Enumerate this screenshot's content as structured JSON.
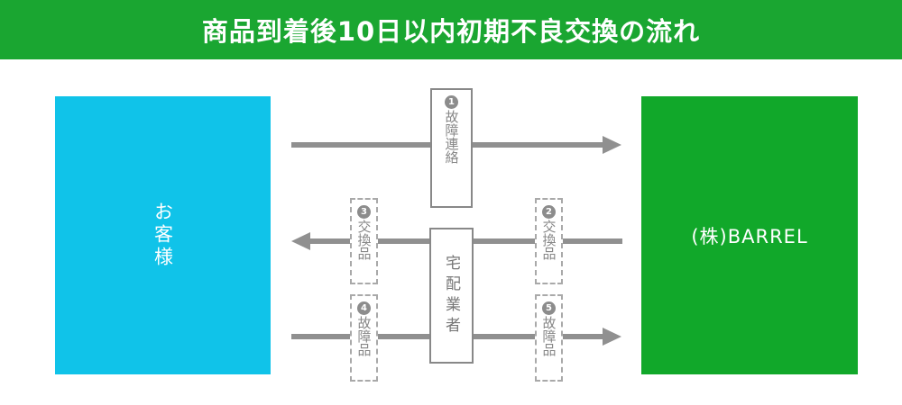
{
  "title": "商品到着後10日以内初期不良交換の流れ",
  "customer": {
    "label": "お客様"
  },
  "company": {
    "label": "(株)BARREL"
  },
  "carrier": {
    "label": "宅配業者"
  },
  "steps": [
    {
      "num": "1",
      "label": "故障連絡"
    },
    {
      "num": "2",
      "label": "交換品"
    },
    {
      "num": "3",
      "label": "交換品"
    },
    {
      "num": "4",
      "label": "故障品"
    },
    {
      "num": "5",
      "label": "故障品"
    }
  ],
  "colors": {
    "banner": "#1aa631",
    "customer": "#10c3e9",
    "company": "#11a82a",
    "arrow": "#909090"
  }
}
